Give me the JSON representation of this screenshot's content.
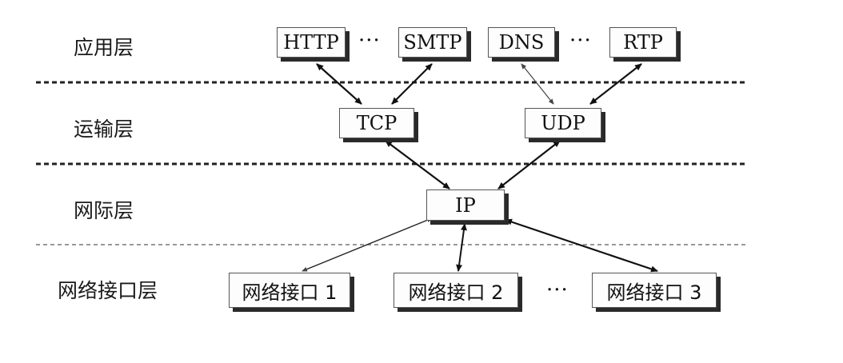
{
  "layers": [
    {
      "label": "应用层"
    },
    {
      "label": "运输层"
    },
    {
      "label": "网际层"
    },
    {
      "label": "网络接口层"
    }
  ],
  "protocols": {
    "http": "HTTP",
    "smtp": "SMTP",
    "dns": "DNS",
    "rtp": "RTP",
    "tcp": "TCP",
    "udp": "UDP",
    "ip": "IP"
  },
  "interfaces": [
    "网络接口 1",
    "网络接口 2",
    "网络接口 3"
  ],
  "ellipsis": "···"
}
